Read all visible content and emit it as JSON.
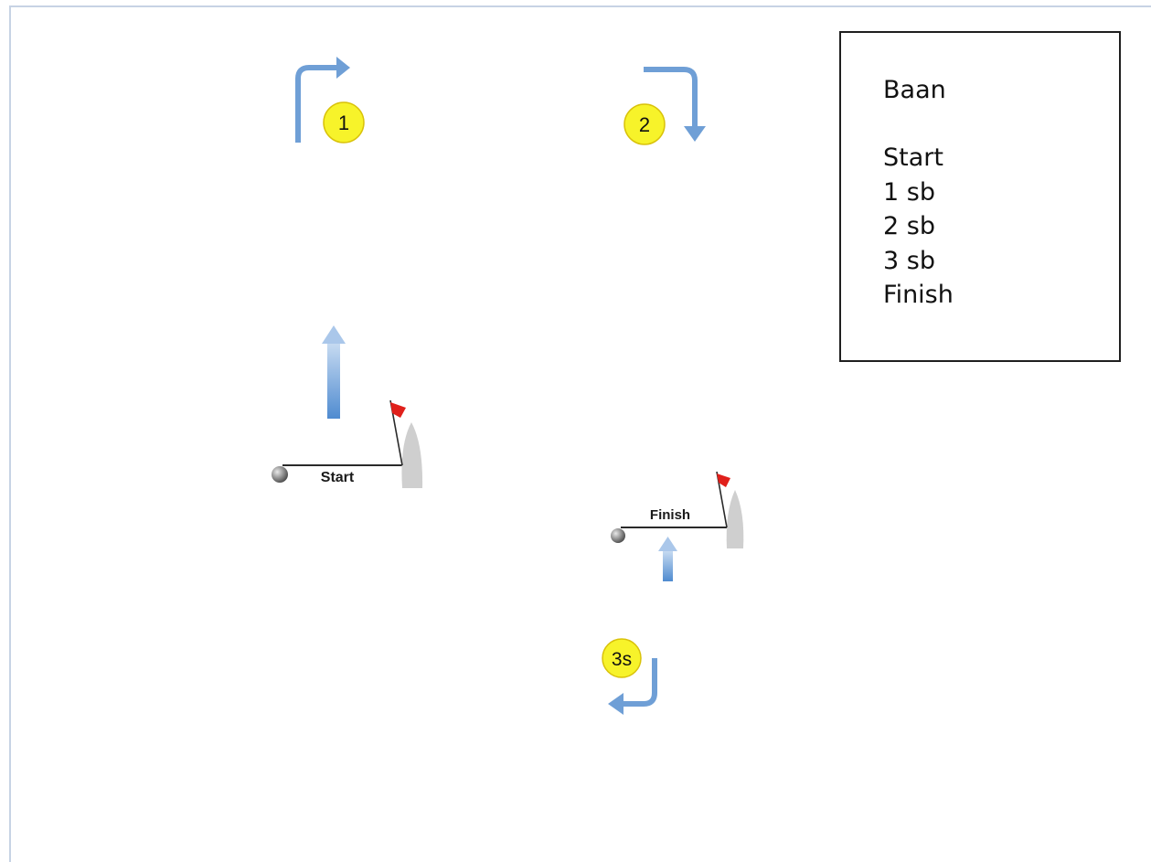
{
  "marks": {
    "mark1": "1",
    "mark2": "2",
    "mark3": "3s"
  },
  "lines": {
    "start": "Start",
    "finish": "Finish"
  },
  "legend": {
    "title": "Baan",
    "items": [
      "Start",
      "1 sb",
      "2 sb",
      "3 sb",
      "Finish"
    ]
  },
  "colors": {
    "arrow": "#6f9fd6",
    "mark_fill": "#f7f32a",
    "flag": "#e0201b",
    "committee_boat": "#cfcfcf",
    "buoy": "#6a6a6a"
  }
}
